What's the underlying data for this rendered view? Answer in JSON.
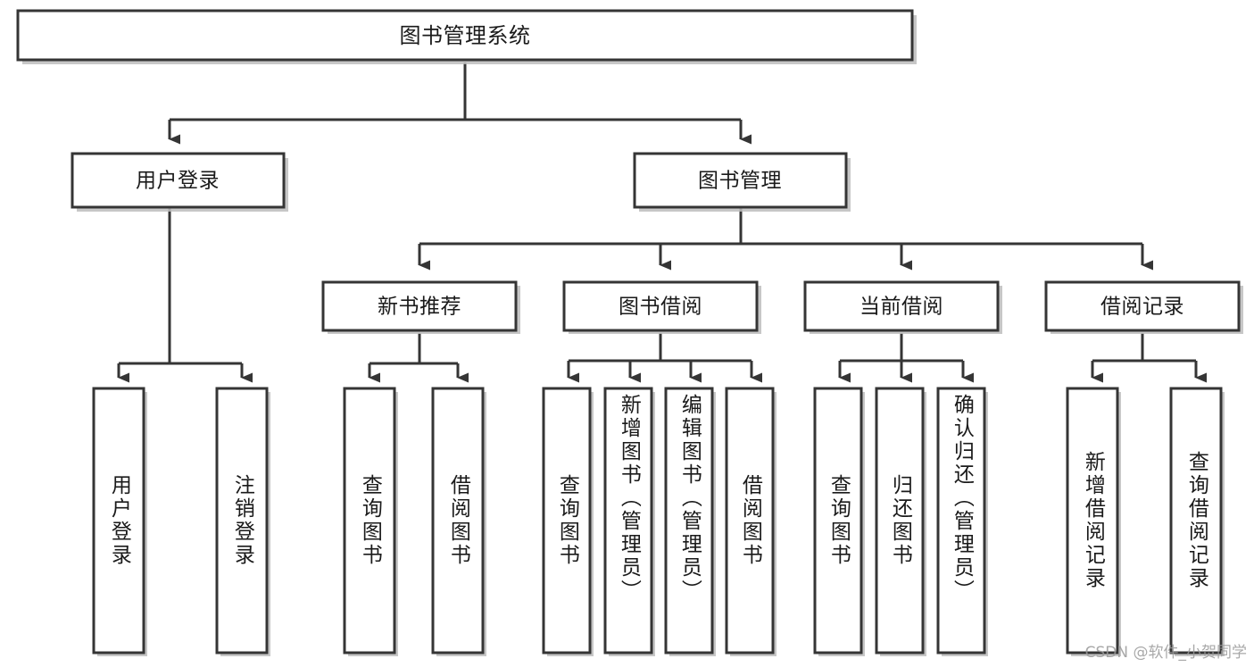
{
  "diagram": {
    "type": "tree",
    "title": "图书管理系统",
    "watermark": "CSDN @软件_小贺同学",
    "colors": {
      "stroke": "#353535",
      "fill": "#ffffff",
      "text": "#1a1a1a",
      "shadow": "#bdbdbd",
      "watermark": "#9a9a9a"
    },
    "root": {
      "label": "图书管理系统"
    },
    "level2": [
      {
        "label": "用户登录"
      },
      {
        "label": "图书管理"
      }
    ],
    "level3": [
      {
        "label": "新书推荐"
      },
      {
        "label": "图书借阅"
      },
      {
        "label": "当前借阅"
      },
      {
        "label": "借阅记录"
      }
    ],
    "leaves": {
      "user_login": [
        {
          "label": "用户登录"
        },
        {
          "label": "注销登录"
        }
      ],
      "new_book": [
        {
          "label": "查询图书"
        },
        {
          "label": "借阅图书"
        }
      ],
      "book_borrow": [
        {
          "label": "查询图书"
        },
        {
          "label": "新增图书（管理员）"
        },
        {
          "label": "编辑图书（管理员）"
        },
        {
          "label": "借阅图书"
        }
      ],
      "current_borrow": [
        {
          "label": "查询图书"
        },
        {
          "label": "归还图书"
        },
        {
          "label": "确认归还（管理员）"
        }
      ],
      "borrow_record": [
        {
          "label": "新增借阅记录"
        },
        {
          "label": "查询借阅记录"
        }
      ]
    }
  }
}
